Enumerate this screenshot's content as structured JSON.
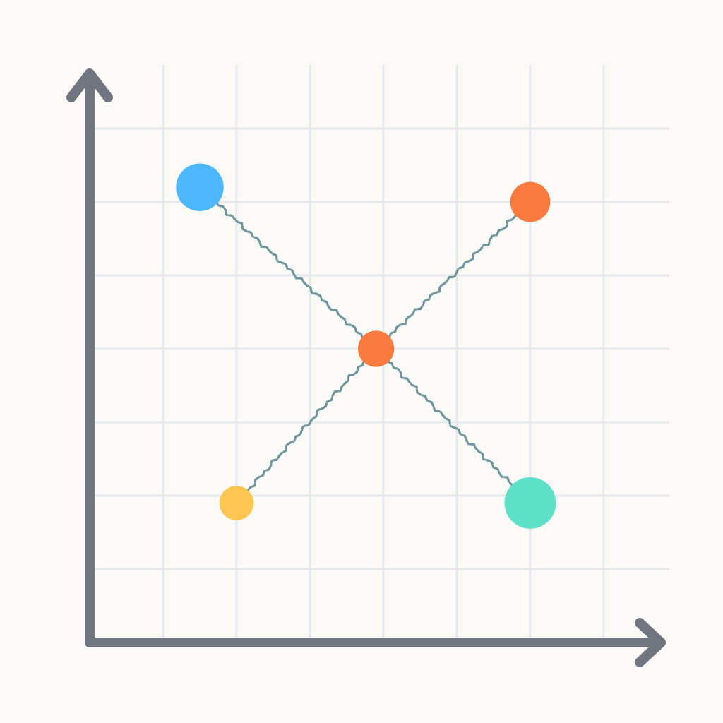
{
  "chart_data": {
    "type": "scatter",
    "xlim": [
      0,
      8
    ],
    "ylim": [
      0,
      8
    ],
    "grid": true,
    "axes_color": "#71757f",
    "grid_color": "#e6e9ec",
    "line_color": "#5f8a92",
    "background": "#fbfaf7",
    "points": [
      {
        "id": "blue",
        "x": 1.5,
        "y": 6.2,
        "color": "#4db8fb",
        "size": 1.25
      },
      {
        "id": "orange-top",
        "x": 6.0,
        "y": 6.0,
        "color": "#fb7a3f",
        "size": 1.05
      },
      {
        "id": "orange-center",
        "x": 3.9,
        "y": 4.0,
        "color": "#fb7a3f",
        "size": 0.95
      },
      {
        "id": "yellow",
        "x": 2.0,
        "y": 1.9,
        "color": "#fec550",
        "size": 0.9
      },
      {
        "id": "teal",
        "x": 6.0,
        "y": 1.9,
        "color": "#5ce0c7",
        "size": 1.35
      }
    ],
    "connections": [
      {
        "from": "blue",
        "to": "orange-center"
      },
      {
        "from": "orange-center",
        "to": "teal"
      },
      {
        "from": "orange-center",
        "to": "orange-top"
      },
      {
        "from": "orange-center",
        "to": "yellow"
      }
    ]
  }
}
